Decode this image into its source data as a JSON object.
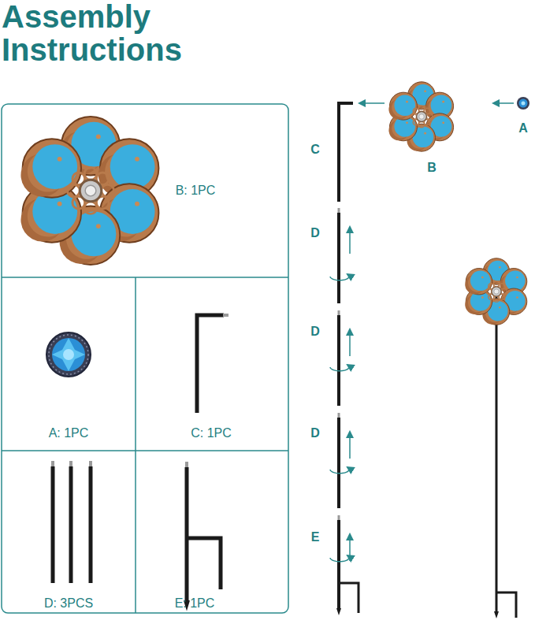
{
  "diagram": {
    "title": "Assembly Instructions",
    "nodes": [
      {
        "text": [
          "B: 1PC"
        ]
      },
      {
        "text": [
          "A: 1PC"
        ]
      },
      {
        "text": [
          "C: 1PC"
        ]
      },
      {
        "text": [
          "D: 3PCS"
        ]
      },
      {
        "text": [
          "E: 1PC"
        ]
      }
    ],
    "labels": [
      "C",
      "B",
      "A",
      "D",
      "D",
      "D",
      "E"
    ]
  }
}
